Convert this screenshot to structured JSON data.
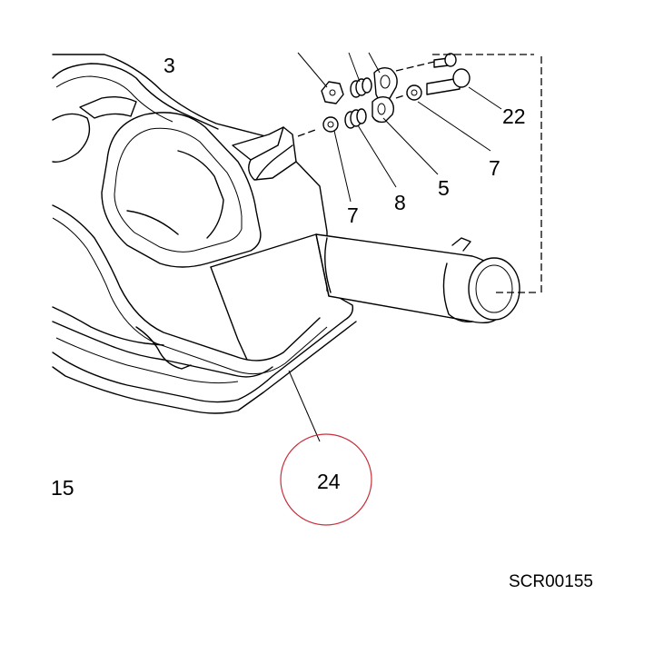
{
  "labels": {
    "c3": "3",
    "c7a": "7",
    "c7b": "7",
    "c8": "8",
    "c5": "5",
    "c22": "22",
    "c24": "24",
    "c15": "15",
    "code": "SCR00155"
  },
  "highlight_color": "#c8303c"
}
